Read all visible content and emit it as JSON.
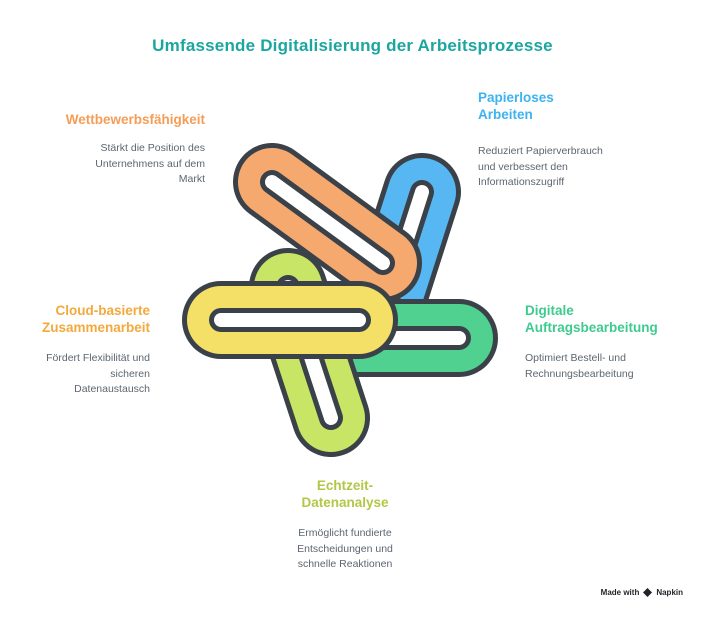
{
  "title": {
    "text": "Umfassende Digitalisierung der Arbeitsprozesse",
    "color": "#1ca6a0"
  },
  "blocks": [
    {
      "id": "wettbewerbsfaehigkeit",
      "heading": "Wettbewerbsfähigkeit",
      "description": "Stärkt die Position des Unternehmens auf dem Markt",
      "accent": "#f59d56"
    },
    {
      "id": "papierloses-arbeiten",
      "heading": "Papierloses Arbeiten",
      "description": "Reduziert Papierverbrauch und verbessert den Informationszugriff",
      "accent": "#3db3f0"
    },
    {
      "id": "digitale-auftragsbearbeitung",
      "heading": "Digitale Auftragsbearbeitung",
      "description": "Optimiert Bestell- und Rechnungsbearbeitung",
      "accent": "#3ecb8e"
    },
    {
      "id": "cloud-basierte-zusammenarbeit",
      "heading": "Cloud-basierte Zusammenarbeit",
      "description": "Fördert Flexibilität und sicheren Datenaustausch",
      "accent": "#f3a93c"
    },
    {
      "id": "echtzeit-datenanalyse",
      "heading": "Echtzeit-Datenanalyse",
      "description": "Ermöglicht fundierte Entscheidungen und schnelle Reaktionen",
      "accent": "#b0c846"
    }
  ],
  "knot": {
    "outline_color": "#3a4149",
    "hole_color": "#ffffff",
    "loops": [
      {
        "name": "blue",
        "color": "#57b7f2"
      },
      {
        "name": "green",
        "color": "#50d190"
      },
      {
        "name": "orange",
        "color": "#f6a96e"
      },
      {
        "name": "lime",
        "color": "#c8e565"
      },
      {
        "name": "yellow",
        "color": "#f4e066"
      }
    ]
  },
  "watermark": {
    "prefix": "Made with",
    "brand": "Napkin"
  }
}
